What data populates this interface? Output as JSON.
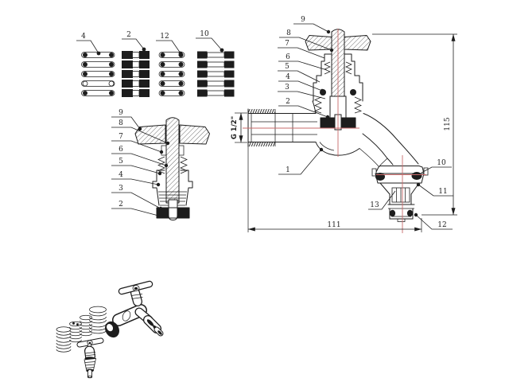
{
  "drawing": {
    "background": "#ffffff",
    "ink_color": "#1d1d1d",
    "centerline_color": "#c96b6b"
  },
  "parts_grid": {
    "columns": [
      {
        "label": "4"
      },
      {
        "label": "2"
      },
      {
        "label": "12"
      },
      {
        "label": "10"
      }
    ],
    "rows_per_column": 5
  },
  "headwork_view": {
    "labels": [
      "9",
      "8",
      "7",
      "6",
      "5",
      "4",
      "3",
      "2"
    ]
  },
  "main_view": {
    "stem_labels": [
      "9",
      "8",
      "7",
      "6",
      "5",
      "4",
      "3",
      "2"
    ],
    "body_label": "1",
    "insert_label": "13",
    "outlet_labels": [
      "10",
      "11",
      "12"
    ],
    "dimensions": {
      "inlet_thread": "G 1/2\"",
      "overall_height": "115",
      "overall_length": "111"
    }
  }
}
